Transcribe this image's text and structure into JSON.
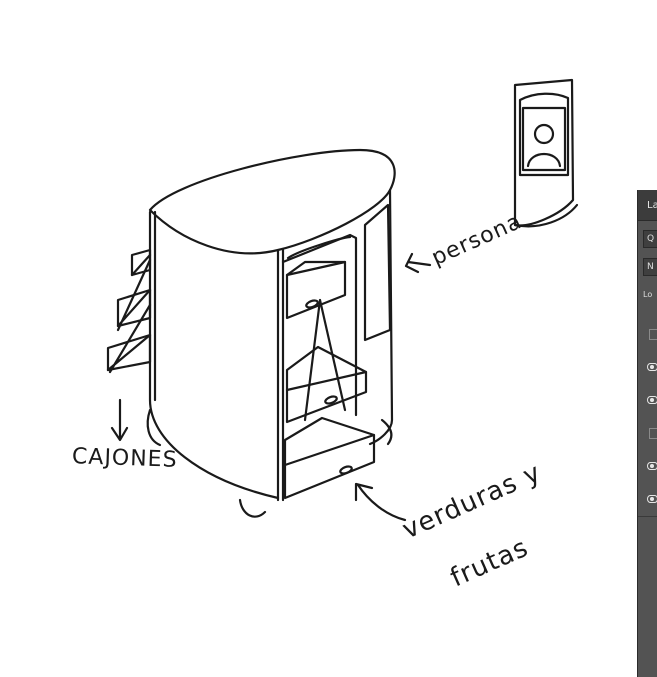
{
  "canvas": {
    "background": "#ffffff",
    "stroke_color": "#1a1a1a",
    "labels": {
      "cajones": "CAJONES",
      "persona": "persona",
      "verduras": "verduras y",
      "frutas": "frutas"
    },
    "icons": {
      "person": "person-silhouette-icon"
    }
  },
  "layers_panel": {
    "title": "La",
    "controls": [
      {
        "id": "kind_filter",
        "value": "Q"
      },
      {
        "id": "blend_mode",
        "value": "N"
      }
    ],
    "lock_label": "Lo",
    "layer_rows": [
      {
        "visible": false
      },
      {
        "visible": true
      },
      {
        "visible": true
      },
      {
        "visible": false
      },
      {
        "visible": true
      },
      {
        "visible": true
      }
    ],
    "colors": {
      "panel_bg": "#535353",
      "header_bg": "#3c3c3c",
      "text": "#e6e6e6"
    }
  }
}
